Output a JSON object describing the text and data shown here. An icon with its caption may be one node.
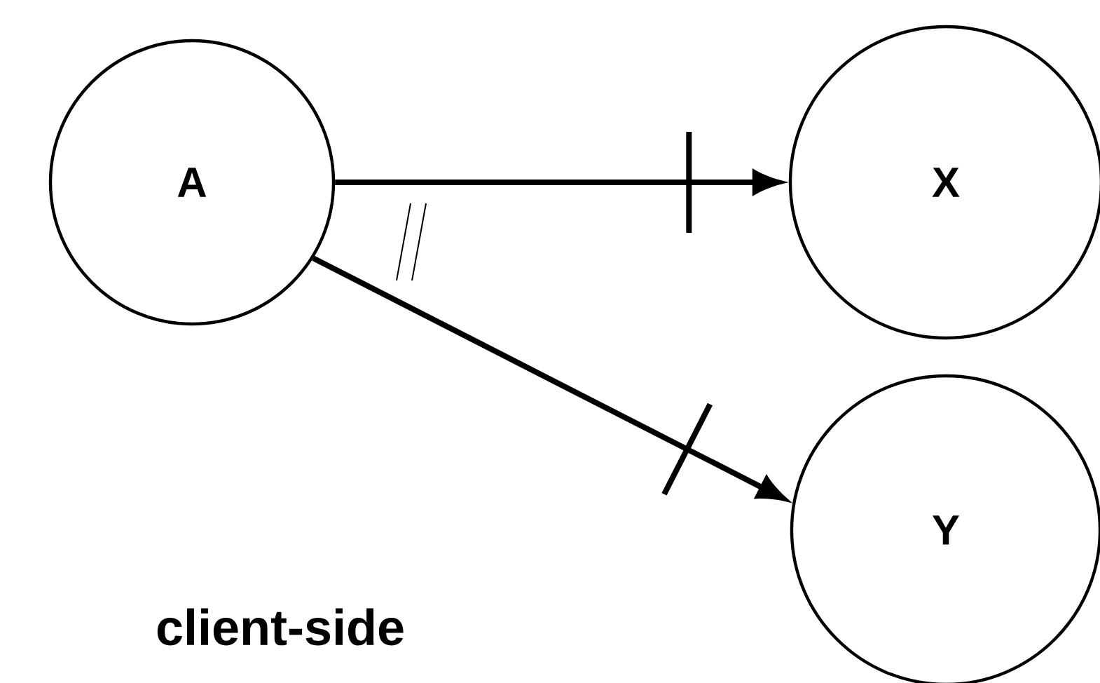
{
  "diagram": {
    "nodes": [
      {
        "text": [
          "A"
        ]
      },
      {
        "text": [
          "X"
        ]
      },
      {
        "text": [
          "Y"
        ]
      }
    ],
    "edges": [
      {
        "from": 0,
        "to": 1,
        "arrow": "to"
      },
      {
        "from": 0,
        "to": 2,
        "arrow": "to"
      }
    ],
    "labels": [
      "client-side"
    ]
  }
}
